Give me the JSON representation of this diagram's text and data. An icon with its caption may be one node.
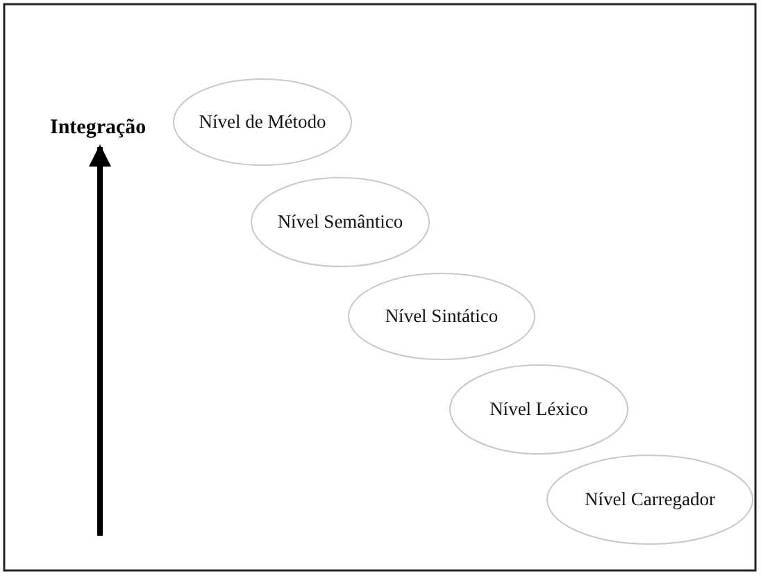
{
  "diagram": {
    "nodes": [
      {
        "text": [
          "Nível de Método"
        ]
      },
      {
        "text": [
          "Nível Semântico"
        ]
      },
      {
        "text": [
          "Nível Sintático"
        ]
      },
      {
        "text": [
          "Nível Léxico"
        ]
      },
      {
        "text": [
          "Nível Carregador"
        ]
      }
    ],
    "labels": [
      "Integração"
    ]
  }
}
